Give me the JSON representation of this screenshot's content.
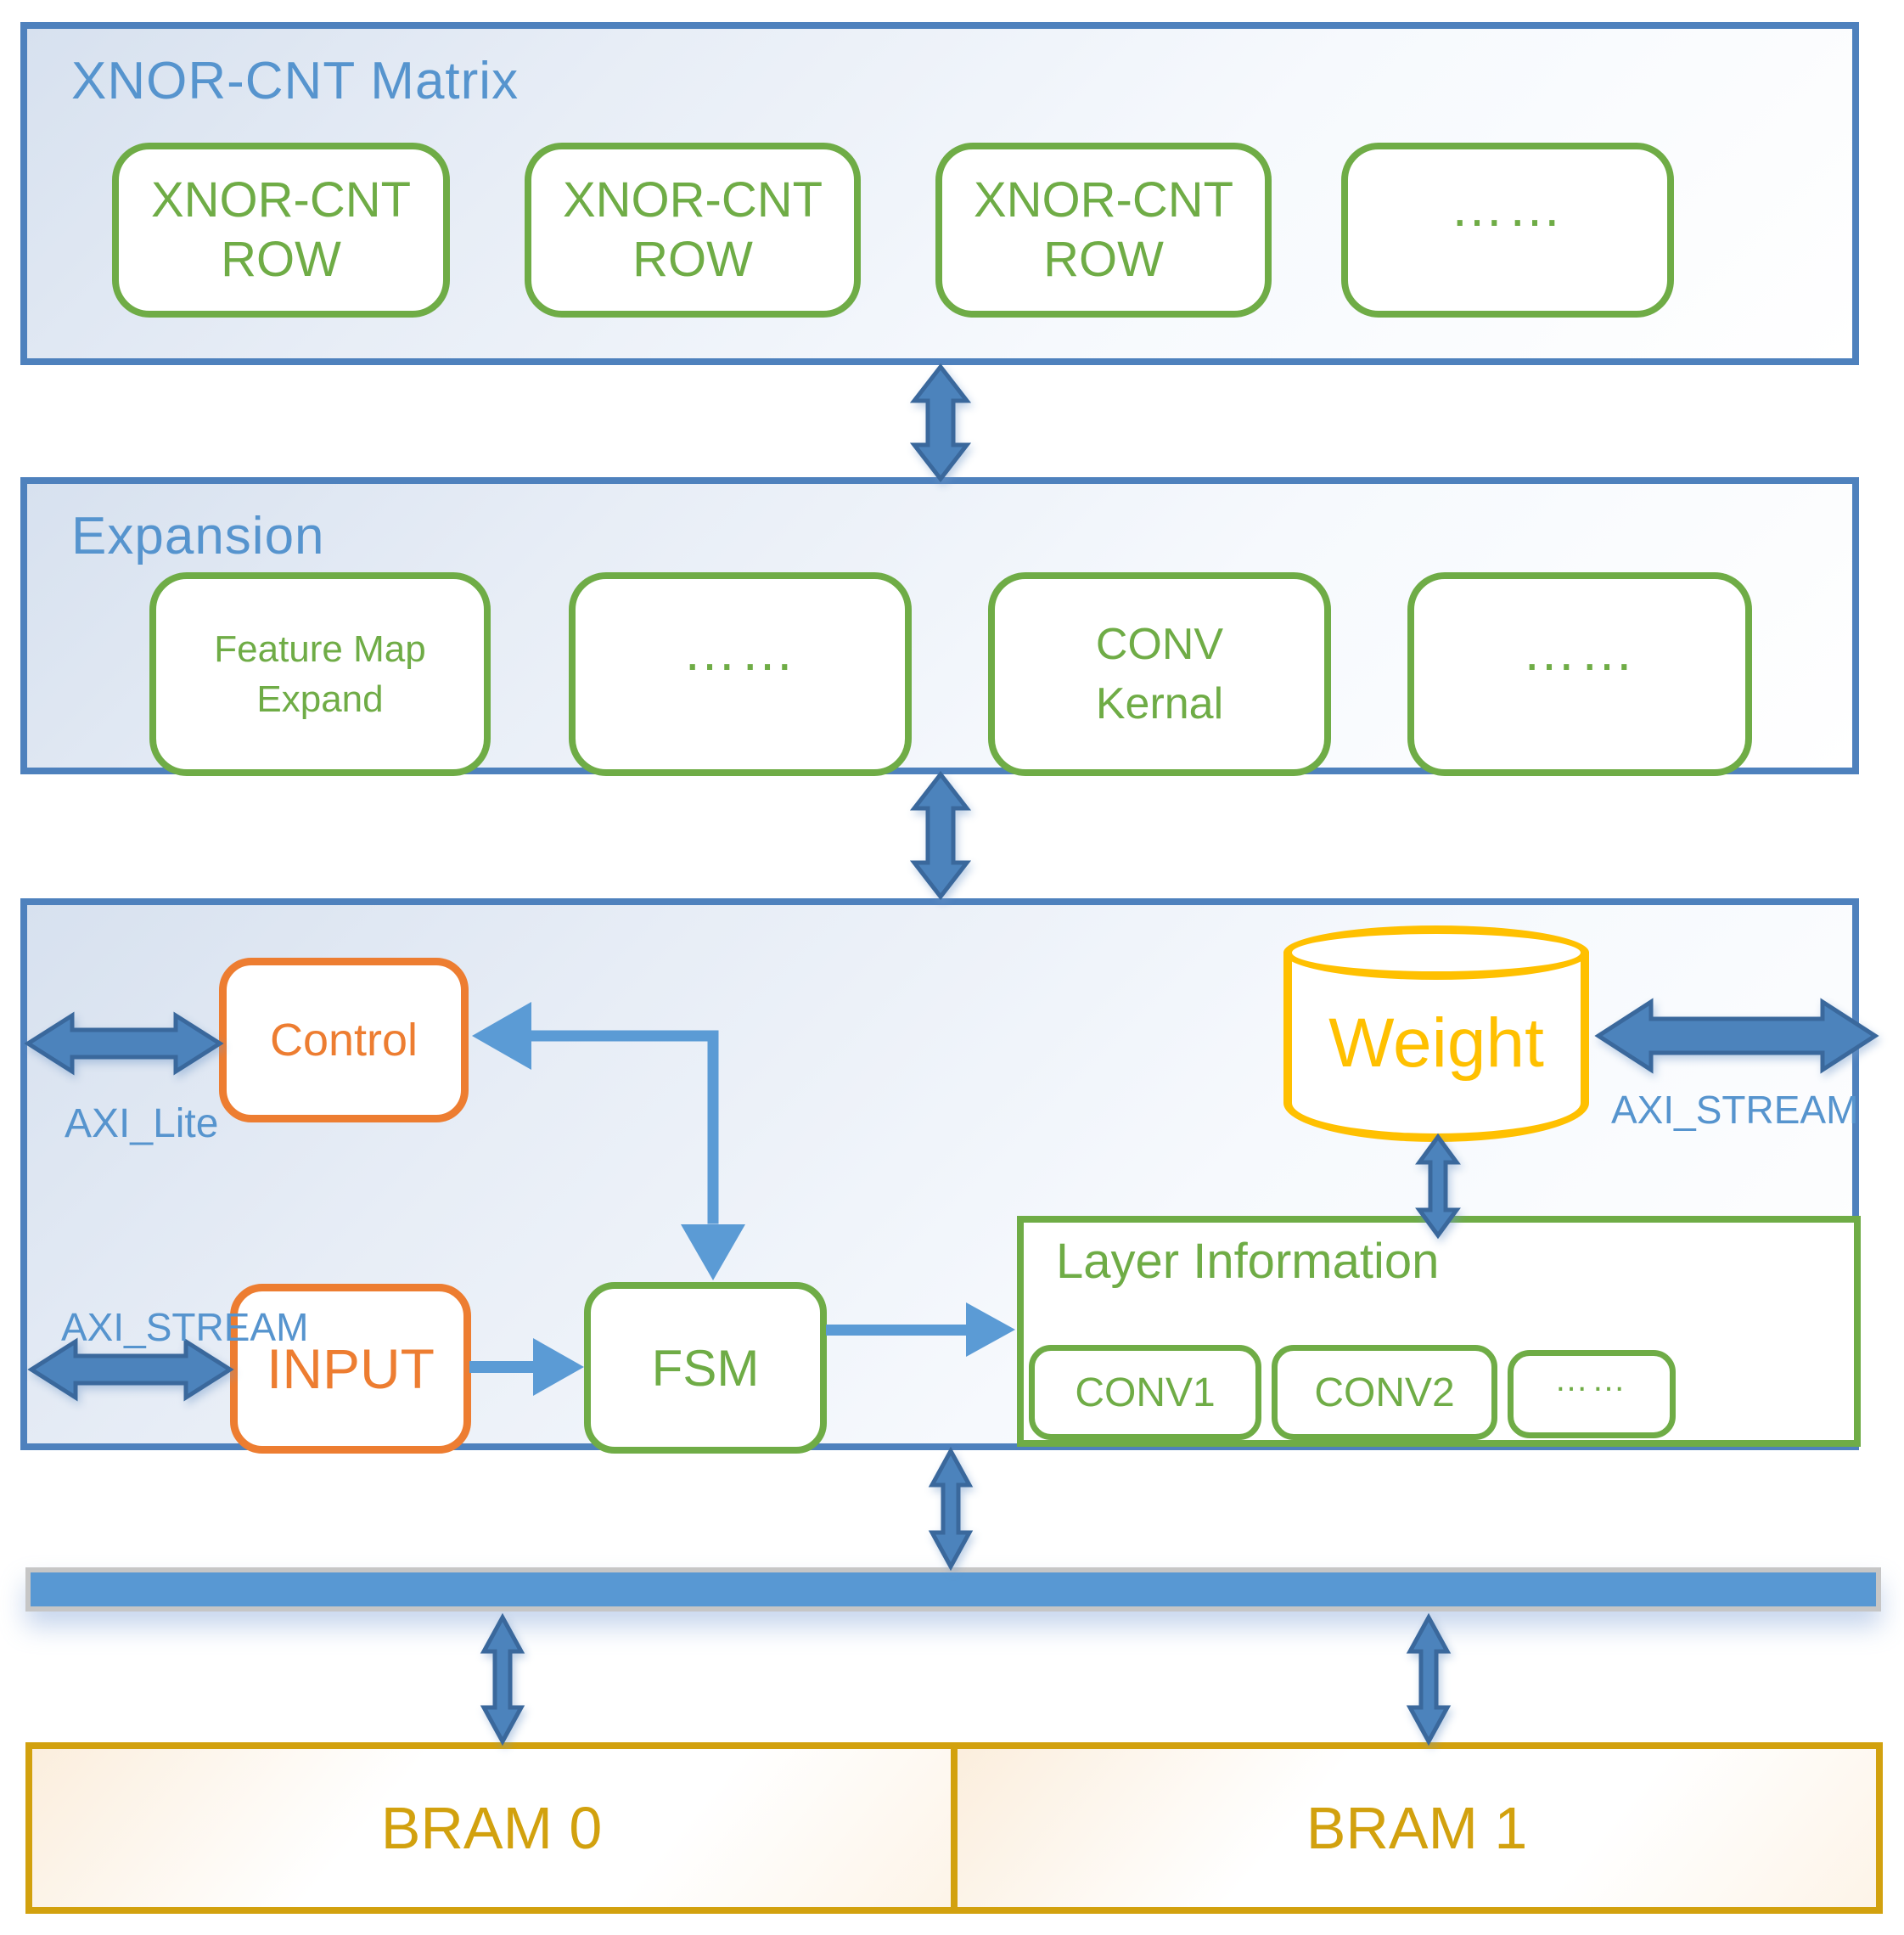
{
  "colors": {
    "container_border": "#4E81BD",
    "heading_blue": "#5694CE",
    "green": "#6FAC46",
    "orange": "#ED7D31",
    "weight_gold": "#FFC000",
    "bram_gold": "#D2A10E",
    "arrow_dark_fill": "#4C83BC",
    "arrow_dark_stroke": "#3A689C",
    "arrow_light": "#5B9BD5",
    "bus_fill": "#5898D3",
    "bus_border": "#C6C6C6"
  },
  "matrix": {
    "title": "XNOR-CNT Matrix",
    "row_line1": "XNOR-CNT",
    "row_line2": "ROW",
    "dots": "……"
  },
  "expansion": {
    "title": "Expansion",
    "feature_line1": "Feature Map",
    "feature_line2": "Expand",
    "dots1": "……",
    "conv_line1": "CONV",
    "conv_line2": "Kernal",
    "dots2": "……"
  },
  "core": {
    "control": "Control",
    "axi_lite": "AXI_Lite",
    "axi_stream_left": "AXI_STREAM",
    "axi_stream_right": "AXI_STREAM",
    "input": "INPUT",
    "fsm": "FSM",
    "weight": "Weight",
    "layer_info": {
      "title": "Layer Information",
      "conv1": "CONV1",
      "conv2": "CONV2",
      "dots": "……"
    }
  },
  "memory": {
    "bram0": "BRAM 0",
    "bram1": "BRAM 1"
  }
}
